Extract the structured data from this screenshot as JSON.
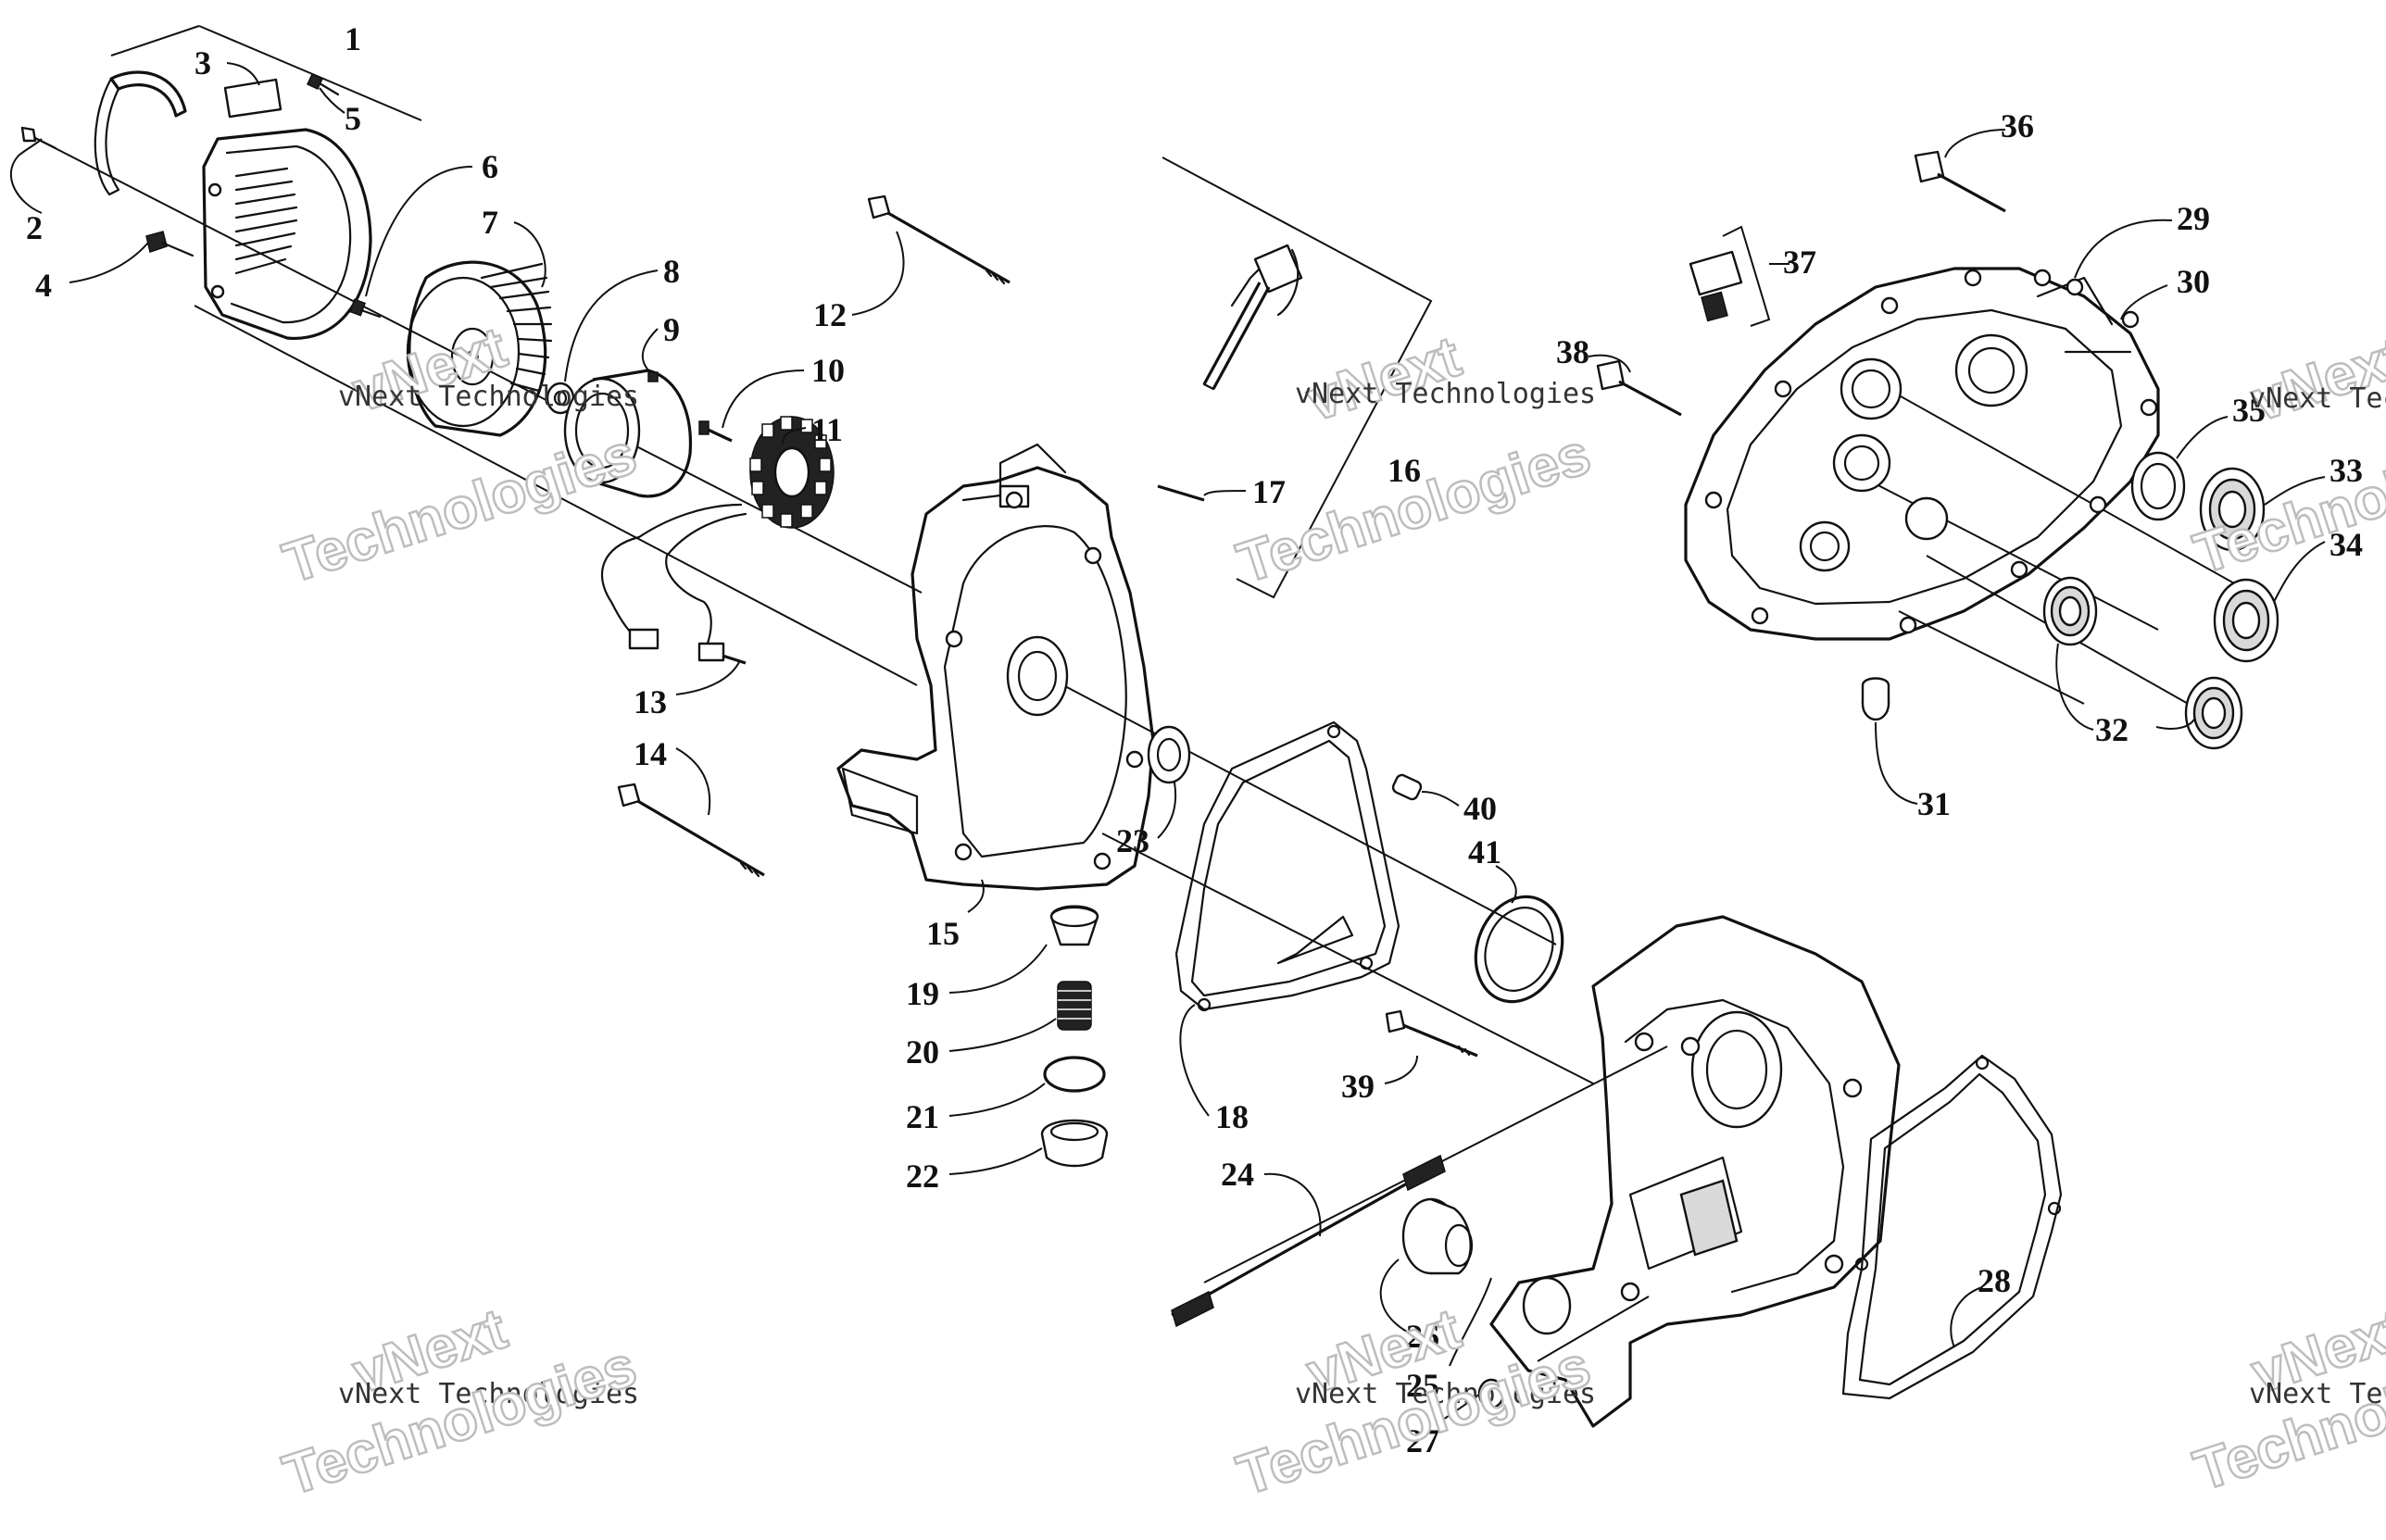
{
  "watermark": {
    "brand": "vNext",
    "line": "vNext Technologies",
    "big": "Technologies"
  },
  "callouts": [
    {
      "id": "1",
      "label": "1"
    },
    {
      "id": "2",
      "label": "2"
    },
    {
      "id": "3",
      "label": "3"
    },
    {
      "id": "4",
      "label": "4"
    },
    {
      "id": "5",
      "label": "5"
    },
    {
      "id": "6",
      "label": "6"
    },
    {
      "id": "7",
      "label": "7"
    },
    {
      "id": "8",
      "label": "8"
    },
    {
      "id": "9",
      "label": "9"
    },
    {
      "id": "10",
      "label": "10"
    },
    {
      "id": "11",
      "label": "11"
    },
    {
      "id": "12",
      "label": "12"
    },
    {
      "id": "13",
      "label": "13"
    },
    {
      "id": "14",
      "label": "14"
    },
    {
      "id": "15",
      "label": "15"
    },
    {
      "id": "16",
      "label": "16"
    },
    {
      "id": "17",
      "label": "17"
    },
    {
      "id": "18",
      "label": "18"
    },
    {
      "id": "19",
      "label": "19"
    },
    {
      "id": "20",
      "label": "20"
    },
    {
      "id": "21",
      "label": "21"
    },
    {
      "id": "22",
      "label": "22"
    },
    {
      "id": "23",
      "label": "23"
    },
    {
      "id": "24",
      "label": "24"
    },
    {
      "id": "25",
      "label": "25"
    },
    {
      "id": "26",
      "label": "26"
    },
    {
      "id": "27",
      "label": "27"
    },
    {
      "id": "28",
      "label": "28"
    },
    {
      "id": "29",
      "label": "29"
    },
    {
      "id": "30",
      "label": "30"
    },
    {
      "id": "31",
      "label": "31"
    },
    {
      "id": "32",
      "label": "32"
    },
    {
      "id": "33",
      "label": "33"
    },
    {
      "id": "34",
      "label": "34"
    },
    {
      "id": "35",
      "label": "35"
    },
    {
      "id": "36",
      "label": "36"
    },
    {
      "id": "37",
      "label": "37"
    },
    {
      "id": "38",
      "label": "38"
    },
    {
      "id": "39",
      "label": "39"
    },
    {
      "id": "40",
      "label": "40"
    },
    {
      "id": "41",
      "label": "41"
    }
  ]
}
